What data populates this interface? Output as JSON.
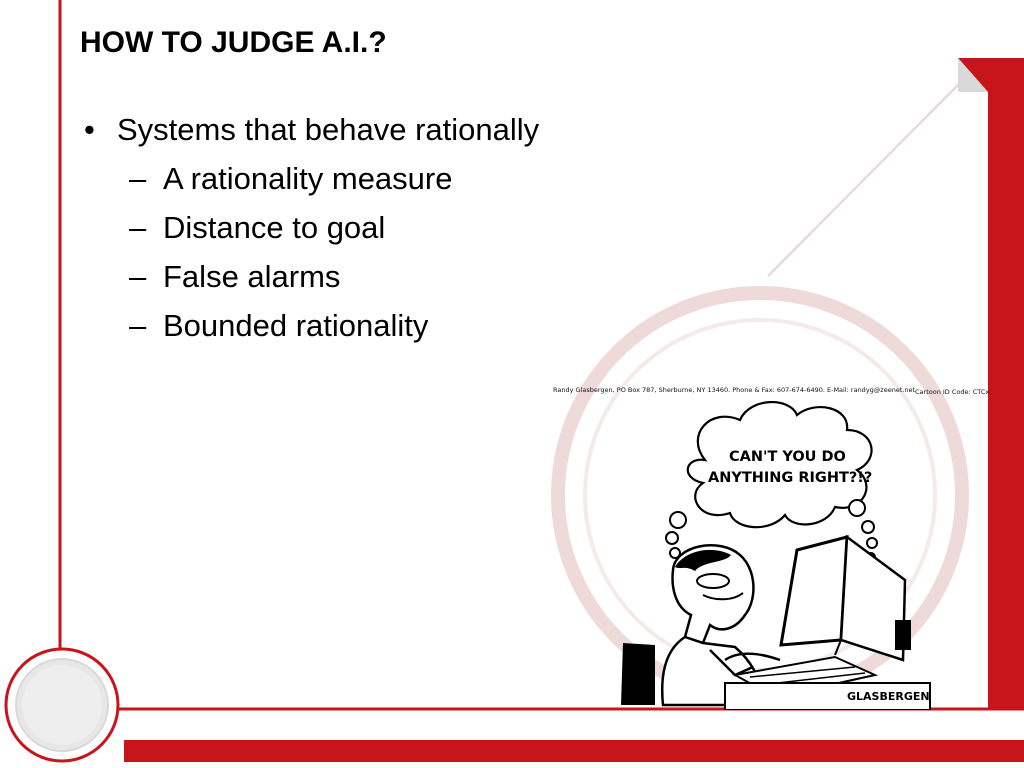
{
  "slide": {
    "title": "HOW TO JUDGE A.I.?",
    "bullet_marker": "•",
    "sub_marker": "–",
    "bullets": [
      {
        "text": "Systems that behave rationally",
        "subitems": [
          "A rationality measure",
          "Distance to goal",
          "False alarms",
          "Bounded rationality"
        ]
      }
    ]
  },
  "cartoon": {
    "credit_line": "Randy Glasbergen, PO Box 787, Sherburne, NY 13460. Phone & Fax: 607-674-6490.   E-Mail: randyg@zeenet.net",
    "cartoon_id": "Cartoon ID Code: CTCxxx",
    "thought_line1": "CAN'T YOU DO",
    "thought_line2": "ANYTHING RIGHT?!?",
    "signature": "GLASBERGEN"
  },
  "theme": {
    "accent": "#c8151b",
    "ring": "#e9c8c8",
    "ring_fill": "#eeeeee",
    "text": "#000000"
  }
}
